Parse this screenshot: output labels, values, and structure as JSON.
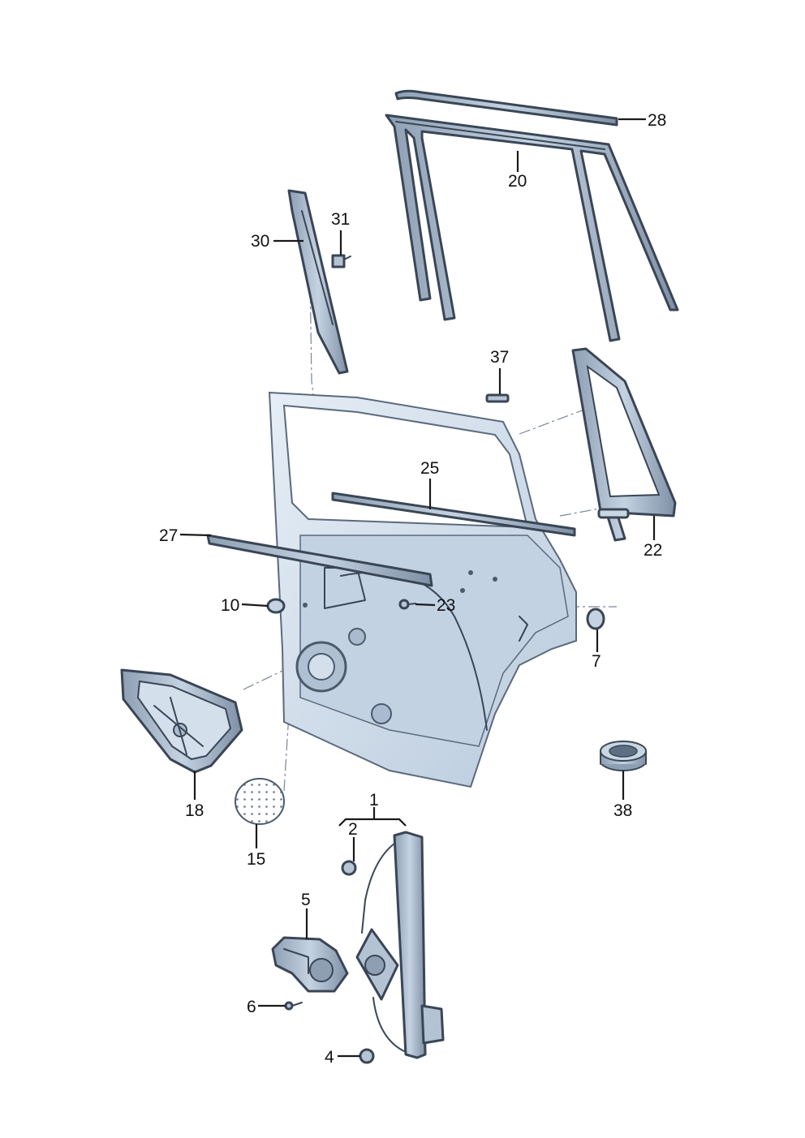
{
  "diagram": {
    "callouts": {
      "c1": "1",
      "c2": "2",
      "c4": "4",
      "c5": "5",
      "c6": "6",
      "c7": "7",
      "c10": "10",
      "c15": "15",
      "c18": "18",
      "c20": "20",
      "c22": "22",
      "c23": "23",
      "c25": "25",
      "c27": "27",
      "c28": "28",
      "c30": "30",
      "c31": "31",
      "c37": "37",
      "c38": "38"
    },
    "colors": {
      "part_fill": "#a9b9cd",
      "part_light": "#c9d6e4",
      "part_dark": "#3a4655",
      "door_fill": "#d6e2ee"
    }
  }
}
